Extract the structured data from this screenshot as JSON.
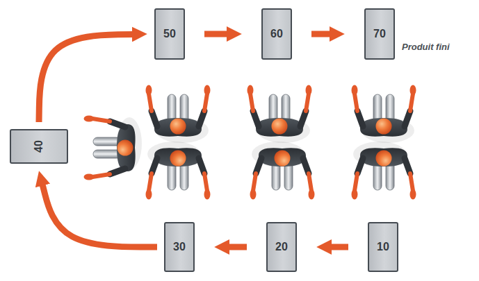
{
  "diagram": {
    "nodes": [
      {
        "text": [
          "50"
        ]
      },
      {
        "text": [
          "60"
        ]
      },
      {
        "text": [
          "70"
        ]
      },
      {
        "text": [
          "40"
        ]
      },
      {
        "text": [
          "30"
        ]
      },
      {
        "text": [
          "20"
        ]
      },
      {
        "text": [
          "10"
        ]
      }
    ],
    "edges": [
      {
        "from": 6,
        "to": 5,
        "arrow": "to"
      },
      {
        "from": 5,
        "to": 4,
        "arrow": "to"
      },
      {
        "from": 4,
        "to": 3,
        "arrow": "to"
      },
      {
        "from": 3,
        "to": 0,
        "arrow": "to"
      },
      {
        "from": 0,
        "to": 1,
        "arrow": "to"
      },
      {
        "from": 1,
        "to": 2,
        "arrow": "to"
      }
    ],
    "labels": [
      "Produit fini"
    ]
  }
}
